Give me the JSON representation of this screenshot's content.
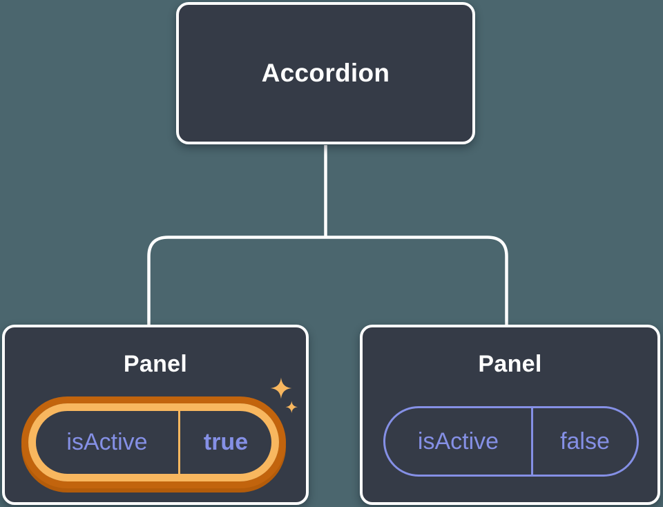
{
  "diagram": {
    "root_node": {
      "label": "Accordion"
    },
    "panels": [
      {
        "title": "Panel",
        "prop_name": "isActive",
        "prop_value": "true",
        "highlighted": true
      },
      {
        "title": "Panel",
        "prop_name": "isActive",
        "prop_value": "false",
        "highlighted": false
      }
    ]
  },
  "icons": {
    "sparkle_large": "sparkle-icon",
    "sparkle_small": "sparkle-icon"
  },
  "colors": {
    "background": "#4b666e",
    "box_fill": "#353b47",
    "box_border": "#ffffff",
    "connector": "#ffffff",
    "text_primary": "#ffffff",
    "state_purple": "#8590e6",
    "orange_light": "#f8b75f",
    "orange_dark": "#c2640d",
    "orange_deep": "#b45c0a"
  }
}
